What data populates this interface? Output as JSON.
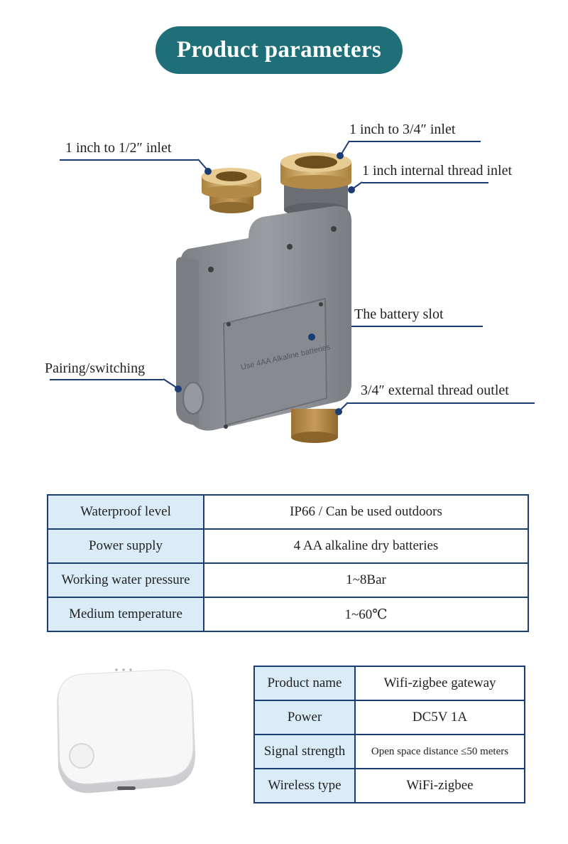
{
  "header": {
    "title": "Product parameters"
  },
  "callouts": {
    "inlet_half": "1 inch to 1/2″ inlet",
    "inlet_three_quarter": "1 inch to 3/4″ inlet",
    "internal_thread_inlet": "1 inch internal thread inlet",
    "battery_slot": "The battery slot",
    "pairing": "Pairing/switching",
    "outlet": "3/4″ external thread outlet"
  },
  "device": {
    "battery_cover_text": "Use 4AA Alkaline batteries"
  },
  "specs": [
    {
      "label": "Waterproof level",
      "value": "IP66 / Can be used outdoors"
    },
    {
      "label": "Power supply",
      "value": "4 AA alkaline dry batteries"
    },
    {
      "label": "Working water pressure",
      "value": "1~8Bar"
    },
    {
      "label": "Medium temperature",
      "value": "1~60℃"
    }
  ],
  "gateway_specs": [
    {
      "label": "Product name",
      "value": "Wifi-zigbee gateway"
    },
    {
      "label": "Power",
      "value": "DC5V 1A"
    },
    {
      "label": "Signal strength",
      "value": "Open space distance ≤50 meters"
    },
    {
      "label": "Wireless type",
      "value": "WiFi-zigbee"
    }
  ],
  "colors": {
    "accent": "#1f6f79",
    "border": "#1c3d74",
    "label_bg": "#d9ecf8",
    "device_grey": "#8e9196",
    "brass": "#c9a560"
  }
}
